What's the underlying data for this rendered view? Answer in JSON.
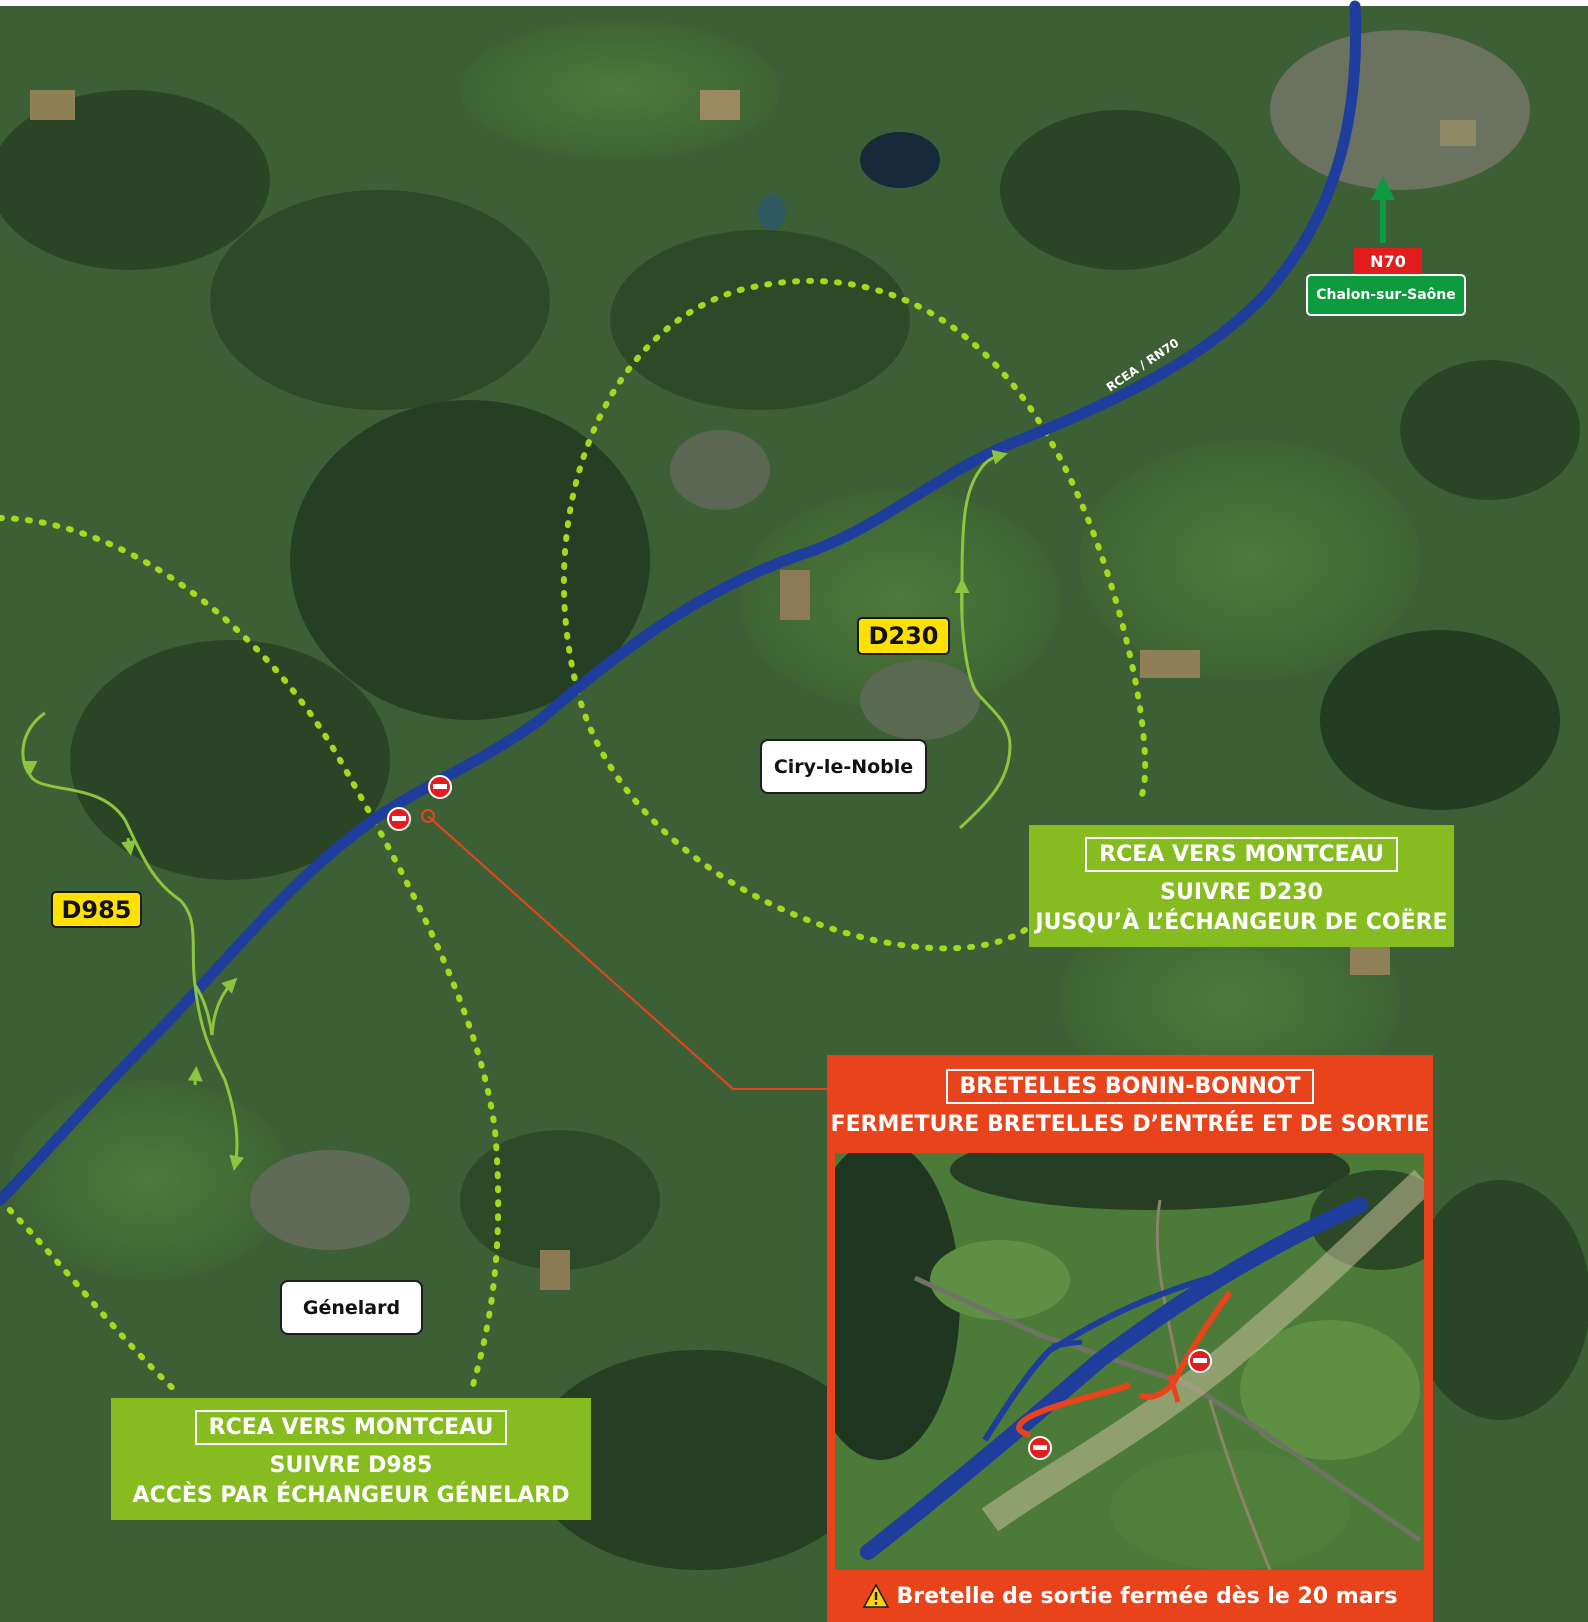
{
  "road": {
    "main_label": "RCEA / RN70"
  },
  "signs": {
    "n70_label": "N70",
    "destination": "Chalon-sur-Saône"
  },
  "shields": {
    "d230": "D230",
    "d985": "D985"
  },
  "places": {
    "ciry": "Ciry-le-Noble",
    "genelard": "Génelard"
  },
  "detour_east": {
    "title": "RCEA VERS MONTCEAU",
    "line1": "SUIVRE D230",
    "line2": "JUSQU’À L’ÉCHANGEUR DE COËRE"
  },
  "detour_west": {
    "title": "RCEA VERS MONTCEAU",
    "line1": "SUIVRE D985",
    "line2": "ACCÈS PAR ÉCHANGEUR GÉNELARD"
  },
  "closure": {
    "title": "BRETELLES BONIN-BONNOT",
    "subtitle": "FERMETURE BRETELLES D’ENTRÉE ET DE SORTIE",
    "warning_icon": "warning-icon",
    "warning_text": "Bretelle de sortie fermée dès le 20 mars"
  },
  "colors": {
    "main_road": "#1e3d9c",
    "detour": "#8cc63f",
    "closure": "#e8431b",
    "no_entry": "#e31d1d",
    "shield": "#ffe100",
    "direction_arrow": "#0e9a3e"
  }
}
